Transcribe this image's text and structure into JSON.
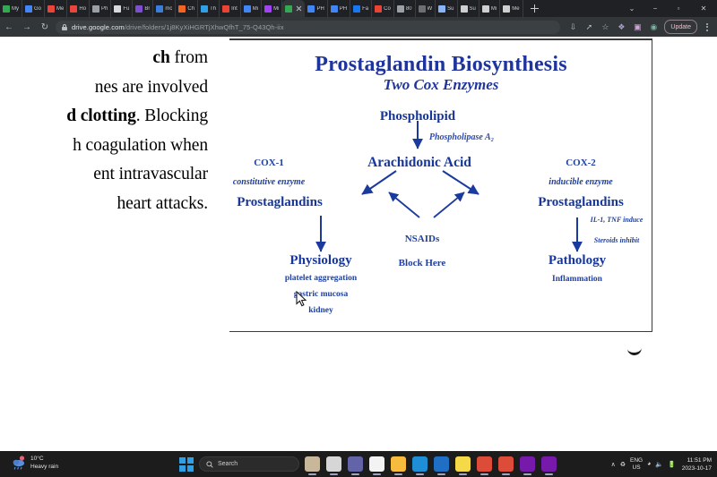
{
  "browser": {
    "tabs": [
      {
        "label": "My",
        "icon": "drive-icon",
        "color": "#34a853",
        "active": false
      },
      {
        "label": "Go",
        "icon": "photos-icon",
        "color": "#4285f4",
        "active": false
      },
      {
        "label": "Me",
        "icon": "bookmark-icon",
        "color": "#e8453c",
        "active": false
      },
      {
        "label": "Ho",
        "icon": "bookmark-icon",
        "color": "#e8453c",
        "active": false
      },
      {
        "label": "Ph",
        "icon": "archive-icon",
        "color": "#9aa0a6",
        "active": false
      },
      {
        "label": "Fu",
        "icon": "archive-icon",
        "color": "#d8dadd",
        "active": false
      },
      {
        "label": "Br",
        "icon": "recycle-icon",
        "color": "#7d4fd0",
        "active": false
      },
      {
        "label": "mc",
        "icon": "recycle-icon",
        "color": "#3b7ddd",
        "active": false
      },
      {
        "label": "Ch",
        "icon": "ok-icon",
        "color": "#f26522",
        "active": false
      },
      {
        "label": "Th",
        "icon": "leaf-icon",
        "color": "#2f9fe6",
        "active": false
      },
      {
        "label": "Int",
        "icon": "gmail-icon",
        "color": "#ea4335",
        "active": false
      },
      {
        "label": "Mi",
        "icon": "doc-icon",
        "color": "#4285f4",
        "active": false
      },
      {
        "label": "Mi",
        "icon": "chrome-icon",
        "color": "#a142f4",
        "active": false
      },
      {
        "label": "",
        "icon": "drive-icon",
        "color": "#34a853",
        "active": true
      },
      {
        "label": "PH",
        "icon": "doc-icon",
        "color": "#4285f4",
        "active": false
      },
      {
        "label": "PH",
        "icon": "doc-icon",
        "color": "#4285f4",
        "active": false
      },
      {
        "label": "Fa",
        "icon": "facebook-icon",
        "color": "#1877f2",
        "active": false
      },
      {
        "label": "Co",
        "icon": "calendar-icon",
        "color": "#ea4335",
        "active": false
      },
      {
        "label": "80",
        "icon": "blank-icon",
        "color": "#9aa0a6",
        "active": false
      },
      {
        "label": "W",
        "icon": "blank-icon",
        "color": "#6b6f73",
        "active": false
      },
      {
        "label": "Su",
        "icon": "image-icon",
        "color": "#8ab4f8",
        "active": false
      },
      {
        "label": "Su",
        "icon": "globe-icon",
        "color": "#cfcfcf",
        "active": false
      },
      {
        "label": "Mi",
        "icon": "globe-icon",
        "color": "#cfcfcf",
        "active": false
      },
      {
        "label": "Me",
        "icon": "globe-icon",
        "color": "#cfcfcf",
        "active": false
      }
    ],
    "new_tab_label": "+",
    "window_controls": {
      "expand": "⌄",
      "minimize": "−",
      "maximize": "▫",
      "close": "✕"
    },
    "nav": {
      "back": "←",
      "forward": "→",
      "reload": "↻"
    },
    "url_domain": "drive.google.com",
    "url_path": "/drive/folders/1j8KyXiHGRTjXhwQfhT_75-Q43Qh-iix",
    "toolbar_icons": [
      "install-icon",
      "share-icon",
      "bookmark-star-icon",
      "extensions-icon",
      "side-panel-icon",
      "profile-avatar-icon"
    ],
    "update_button_label": "Update",
    "menu_icon": "three-dot-menu-icon"
  },
  "left_text": {
    "lines": [
      {
        "bold": "ch",
        "rest": " from"
      },
      {
        "bold": "",
        "rest": "nes are involved"
      },
      {
        "bold": "d clotting",
        "rest": ". Blocking"
      },
      {
        "bold": "",
        "rest": "h coagulation when"
      },
      {
        "bold": "",
        "rest": "ent intravascular"
      },
      {
        "bold": "",
        "rest": "heart attacks."
      }
    ]
  },
  "slide": {
    "title": "Prostaglandin Biosynthesis",
    "subtitle": "Two Cox Enzymes",
    "nodes": {
      "phospholipid": "Phospholipid",
      "phospholipase": "Phospholipase A₂",
      "arachidonic_acid": "Arachidonic Acid",
      "cox1": "COX-1",
      "cox1_sub": "constitutive enzyme",
      "cox1_product": "Prostaglandins",
      "cox2": "COX-2",
      "cox2_sub": "inducible enzyme",
      "cox2_product": "Prostaglandins",
      "cox2_note1": "IL-1, TNF induce",
      "cox2_note2": "Steroids inhibit",
      "physiology": "Physiology",
      "physiology_items": [
        "platelet aggregation",
        "gastric mucosa",
        "kidney"
      ],
      "nsaids": "NSAIDs",
      "nsaids_sub": "Block Here",
      "pathology": "Pathology",
      "pathology_items": [
        "Inflammation"
      ]
    },
    "accent_color": "#1b3a9e"
  },
  "taskbar": {
    "weather": {
      "temperature": "10°C",
      "condition": "Heavy rain",
      "icon": "rain-icon"
    },
    "start_icon": "windows-start-icon",
    "search_placeholder": "Search",
    "search_icon": "search-icon",
    "apps": [
      {
        "name": "widgets-icon",
        "color": "#c9b79c"
      },
      {
        "name": "task-view-icon",
        "color": "#d6d6d6"
      },
      {
        "name": "teams-icon",
        "color": "#6264a7"
      },
      {
        "name": "store-icon",
        "color": "#f3f3f3"
      },
      {
        "name": "file-explorer-icon",
        "color": "#f7bb3d"
      },
      {
        "name": "edge-icon",
        "color": "#1e8fd6"
      },
      {
        "name": "outlook-icon",
        "color": "#1f6fc4"
      },
      {
        "name": "sticky-notes-icon",
        "color": "#f5d949"
      },
      {
        "name": "chrome-icon",
        "color": "#dd4b39"
      },
      {
        "name": "chrome-icon",
        "color": "#dd4b39"
      },
      {
        "name": "onenote-icon",
        "color": "#7719aa"
      },
      {
        "name": "onenote-icon",
        "color": "#7719aa"
      }
    ],
    "tray": {
      "chevron": "∧",
      "sync_icon": "sync-icon",
      "language_top": "ENG",
      "language_bottom": "US",
      "wifi_icon": "wifi-icon",
      "volume_icon": "volume-icon",
      "battery_icon": "battery-icon",
      "time": "11:51 PM",
      "date": "2023-10-17"
    }
  }
}
